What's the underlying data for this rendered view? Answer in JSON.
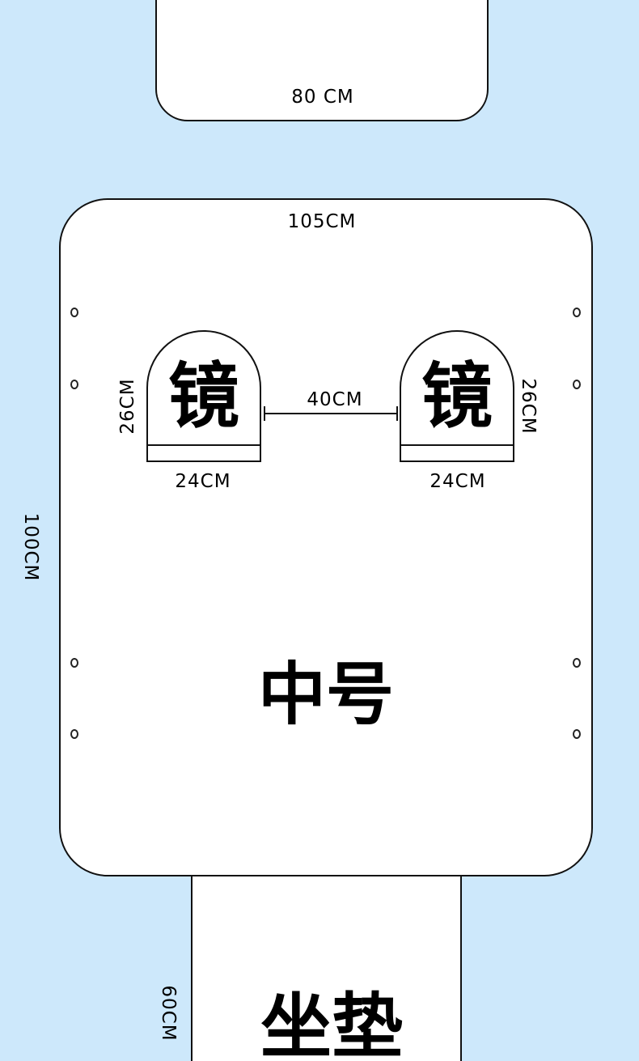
{
  "top_panel": {
    "width_label": "80 CM"
  },
  "main_panel": {
    "width_label": "105CM",
    "height_label": "100CM",
    "size_name": "中号"
  },
  "mirrors": [
    {
      "char": "镜",
      "width_label": "24CM",
      "height_label": "26CM"
    },
    {
      "char": "镜",
      "width_label": "24CM",
      "height_label": "26CM"
    }
  ],
  "mirror_gap_label": "40CM",
  "seat_panel": {
    "name": "坐垫",
    "height_label": "60CM"
  },
  "colors": {
    "background": "#cde8fb",
    "panel": "#ffffff",
    "outline": "#111111"
  }
}
